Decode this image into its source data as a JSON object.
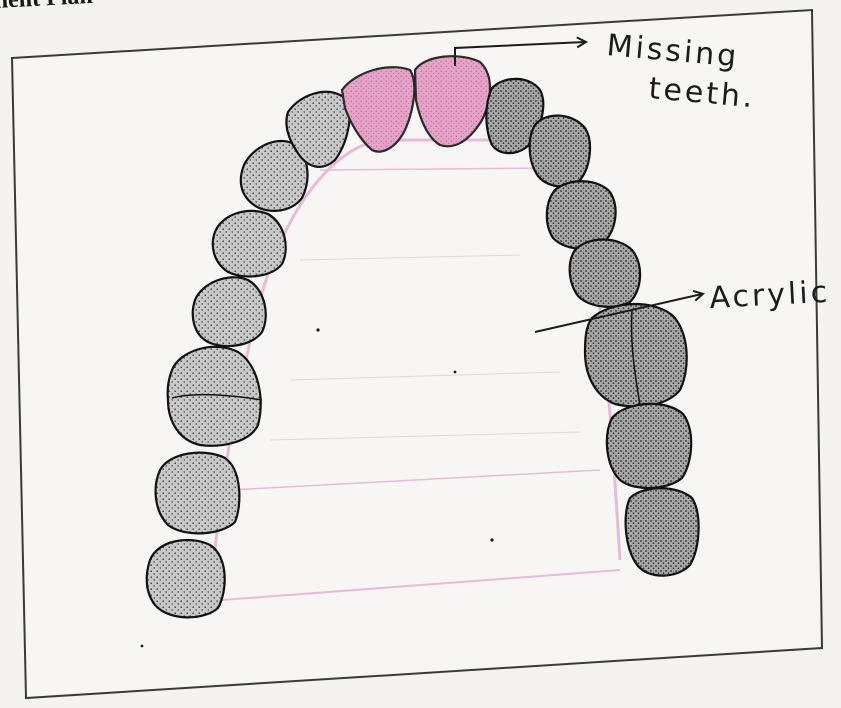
{
  "heading": "nent Plan",
  "labels": {
    "missing_line1": "Missing",
    "missing_line2": "teeth.",
    "acrylic": "Acrylic"
  },
  "colors": {
    "paper": "#f4f3f1",
    "ink": "#1a1a1a",
    "stipple_dark": "#2a2a2a",
    "missing_tooth_pink": "#e6a2c8",
    "acrylic_pink": "#d98cc0"
  },
  "teeth": {
    "present_count": 14,
    "missing_count": 2
  }
}
